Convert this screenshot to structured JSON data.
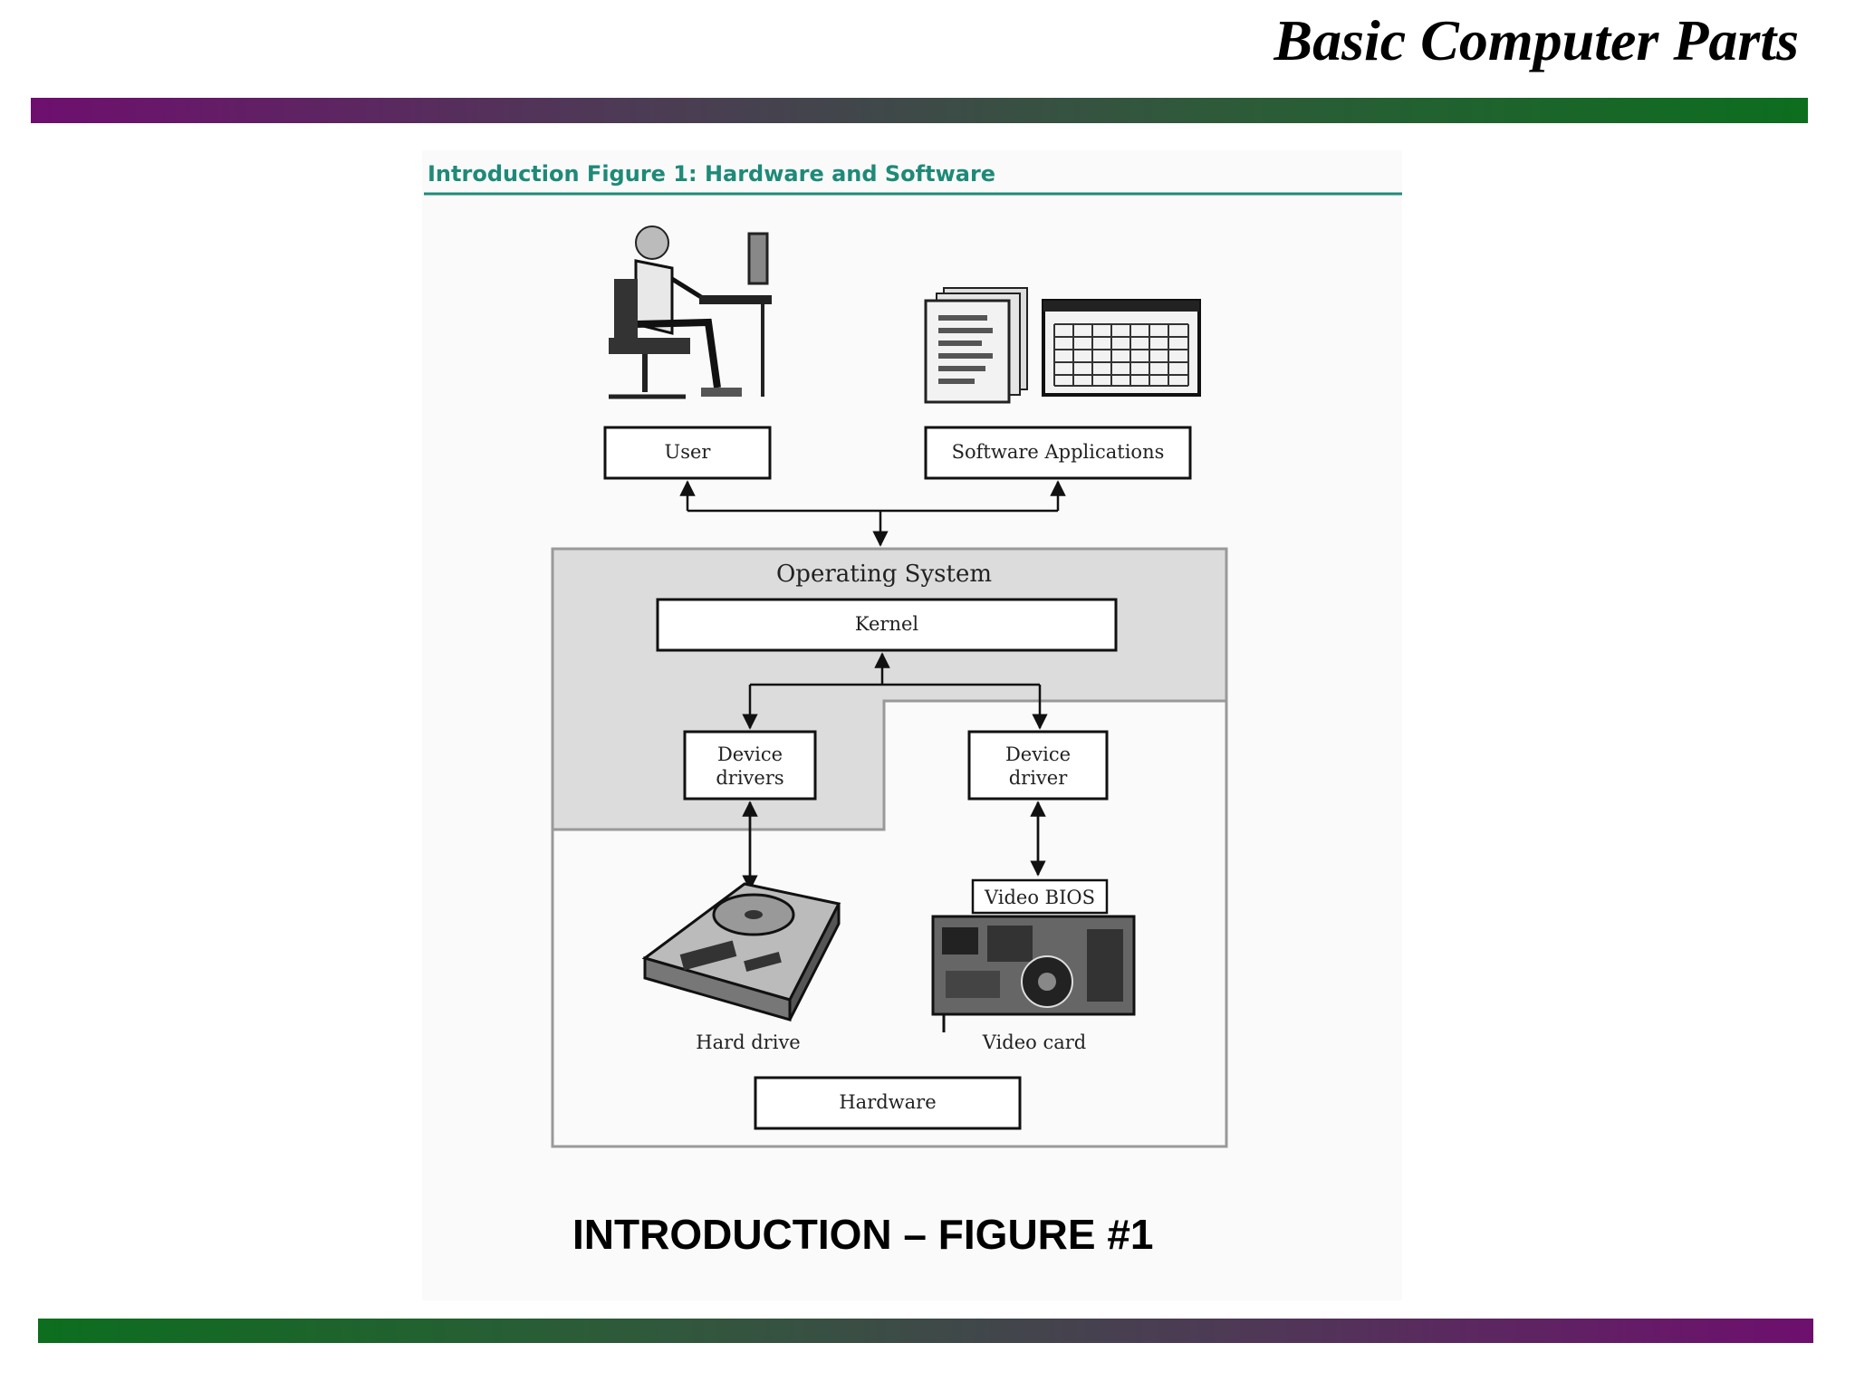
{
  "slide": {
    "title": "Basic Computer Parts",
    "caption": "INTRODUCTION – FIGURE #1"
  },
  "figure": {
    "heading": "Introduction Figure 1:  Hardware and Software",
    "user_label": "User",
    "software_label": "Software Applications",
    "os_label": "Operating System",
    "kernel_label": "Kernel",
    "device_drivers_label_1": "Device",
    "device_drivers_label_2": "drivers",
    "device_driver_label_1": "Device",
    "device_driver_label_2": "driver",
    "video_bios_label": "Video BIOS",
    "hard_drive_label": "Hard drive",
    "video_card_label": "Video card",
    "hardware_label": "Hardware"
  },
  "colors": {
    "band_purple": "#6e0f6e",
    "band_green": "#0c6e1e",
    "heading_teal": "#1e8a78",
    "os_gray": "#dcdcdc"
  }
}
